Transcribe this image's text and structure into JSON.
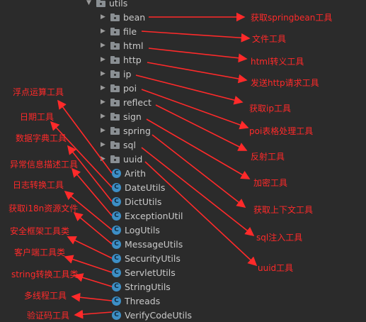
{
  "tree": {
    "root": {
      "label": "utils"
    },
    "folders": [
      {
        "label": "bean"
      },
      {
        "label": "file"
      },
      {
        "label": "html"
      },
      {
        "label": "http"
      },
      {
        "label": "ip"
      },
      {
        "label": "poi"
      },
      {
        "label": "reflect"
      },
      {
        "label": "sign"
      },
      {
        "label": "spring"
      },
      {
        "label": "sql"
      },
      {
        "label": "uuid"
      }
    ],
    "classes": [
      {
        "label": "Arith"
      },
      {
        "label": "DateUtils"
      },
      {
        "label": "DictUtils"
      },
      {
        "label": "ExceptionUtil"
      },
      {
        "label": "LogUtils"
      },
      {
        "label": "MessageUtils"
      },
      {
        "label": "SecurityUtils"
      },
      {
        "label": "ServletUtils"
      },
      {
        "label": "StringUtils"
      },
      {
        "label": "Threads"
      },
      {
        "label": "VerifyCodeUtils"
      }
    ],
    "class_icon_letter": "C"
  },
  "annotations": {
    "right": [
      "获取springbean工具",
      "文件工具",
      "html转义工具",
      "发送http请求工具",
      "获取ip工具",
      "poi表格处理工具",
      "反射工具",
      "加密工具",
      "获取上下文工具",
      "sql注入工具",
      "uuid工具"
    ],
    "left": [
      "浮点运算工具",
      "日期工具",
      "数据字典工具",
      "异常信息描述工具",
      "日志转换工具",
      "获取i18n资源文件",
      "安全框架工具类",
      "客户端工具类",
      "string转换工具类",
      "多线程工具",
      "验证码工具"
    ]
  },
  "colors": {
    "background": "#2b2b2b",
    "annotation": "#ff2a2a",
    "tree_text": "#c9c9c9",
    "class_icon": "#3d8fc6",
    "folder_icon": "#8a8f93"
  }
}
